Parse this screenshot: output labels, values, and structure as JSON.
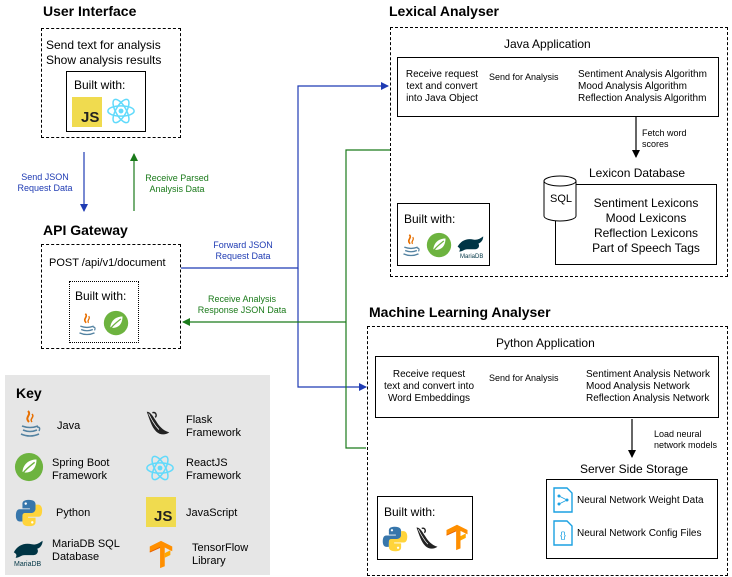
{
  "ui": {
    "title": "User Interface",
    "line1": "Send text for analysis",
    "line2": "Show analysis results",
    "built_with": "Built with:"
  },
  "gateway": {
    "title": "API Gateway",
    "endpoint": "POST /api/v1/document",
    "built_with": "Built with:"
  },
  "arrows": {
    "send_json_1": "Send JSON",
    "send_json_2": "Request Data",
    "recv_parsed_1": "Receive Parsed",
    "recv_parsed_2": "Analysis Data",
    "forward_1": "Forward JSON",
    "forward_2": "Request Data",
    "recv_resp_1": "Receive Analysis",
    "recv_resp_2": "Response JSON Data"
  },
  "lexical": {
    "title": "Lexical Analyser",
    "app": "Java Application",
    "req_1": "Receive request",
    "req_2": "text and convert",
    "req_3": "into Java Object",
    "send": "Send for Analysis",
    "alg_1": "Sentiment Analysis Algorithm",
    "alg_2": "Mood Analysis Algorithm",
    "alg_3": "Reflection Analysis Algorithm",
    "fetch_1": "Fetch word",
    "fetch_2": "scores",
    "db_title": "Lexicon Database",
    "db_1": "Sentiment Lexicons",
    "db_2": "Mood Lexicons",
    "db_3": "Reflection Lexicons",
    "db_4": "Part of Speech Tags",
    "sql": "SQL",
    "built_with": "Built with:"
  },
  "ml": {
    "title": "Machine Learning Analyser",
    "app": "Python Application",
    "req_1": "Receive request",
    "req_2": "text and convert into",
    "req_3": "Word Embeddings",
    "send": "Send for Analysis",
    "net_1": "Sentiment Analysis Network",
    "net_2": "Mood Analysis Network",
    "net_3": "Reflection Analysis Network",
    "load_1": "Load neural",
    "load_2": "network models",
    "storage_title": "Server Side Storage",
    "file_1": "Neural Network Weight Data",
    "file_2": "Neural Network Config Files",
    "built_with": "Built with:"
  },
  "key": {
    "title": "Key",
    "java": "Java",
    "flask_1": "Flask",
    "flask_2": "Framework",
    "spring_1": "Spring Boot",
    "spring_2": "Framework",
    "react_1": "ReactJS",
    "react_2": "Framework",
    "python": "Python",
    "javascript": "JavaScript",
    "maria_1": "MariaDB SQL",
    "maria_2": "Database",
    "tf_1": "TensorFlow",
    "tf_2": "Library",
    "mariadb_logo": "MariaDB"
  },
  "icons": {
    "js_text": "JS",
    "json_braces": "{}"
  },
  "colors": {
    "blue_arrow": "#1f3bb3",
    "green_arrow": "#1a7a1a",
    "js_yellow": "#f0db4f",
    "react_blue": "#61dafb",
    "spring_green": "#6db33f",
    "java_red": "#e76f00",
    "java_blue": "#5382a1",
    "python_blue": "#3776ab",
    "python_yellow": "#ffd43b",
    "tf_orange": "#ff8f00",
    "key_bg": "#e6e6e6"
  }
}
